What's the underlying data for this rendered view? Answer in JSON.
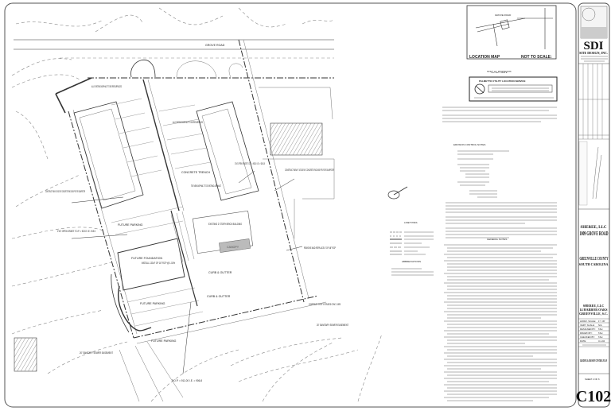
{
  "location_map": {
    "title": "LOCATION MAP",
    "scale_note": "NOT TO SCALE:",
    "road_label": "GROVE ROAD"
  },
  "caution": {
    "title": "***CAUTION***",
    "service": "PALMETTO UTILITY LOCATION SERVICE"
  },
  "notes": {
    "erosion_title": "EROSION CONTROL NOTES",
    "linetypes_title": "LINETYPES",
    "abbreviations_title": "ABBREVIATIONS",
    "general_title": "GENERAL NOTES"
  },
  "plan": {
    "labels": [
      "GROVE ROAD",
      "ALL EXISTING ASPHALT TO BE RESURFACED",
      "ALL EXISTING ASPHALT TO BE RESURFACED",
      "2'X4' OPEN GRATE T.O.P. = 928.0 I.E. = 926.10",
      "CONSTRUCT NEW 6\" 10'X20'X6\" CONCRETE PAD 3000 PSI FOR DUMPSTER",
      "CONSTRUCT NEW 10'X20'X6\" CONCRETE PAD 3000 PSI FOR DUMPSTER",
      "2'X2' OPEN GRATE T.O.P. = 923.5' I.E. 919.5",
      "FUTURE PARKING",
      "FUTURE FOUNDATION",
      "INSTALL 130LF OF 18\" RCP @ 1.03%",
      "EXISTING 2 STORY BRICK BUILDING",
      "CANOPY",
      "CURB & GUTTER",
      "CURB & GUTTER",
      "FUTURE PARKING",
      "FUTURE PARKING",
      "REMOVE AND REPLACE 8' OF 48\" RCP",
      "CONSTRUCT 2'X6' 8\" EXTRUDED CONC. CURB",
      "20' SANITARY SEWER EASEMENT",
      "20' SANITARY SEWER EASEMENT",
      "CONCRETE TRENCH",
      "TIE NEW ASPHALT TO EXISTING ASPHALT",
      "T.O.P. = 911.00 I.E. = 906.8"
    ]
  },
  "title_block": {
    "logo": "SDI",
    "company": "SITE DESIGN, INC.",
    "project_name": "SHEREE, LLC",
    "project_address": "1009 GROVE ROAD",
    "county": "GREENVILLE COUNTY",
    "state": "SOUTH CAROLINA",
    "client_name": "SHEREE, LLC",
    "client_address1": "14 HARBOR OAKS",
    "client_address2": "GREENVILLE, S.C.",
    "info": [
      {
        "label": "HORIZ. SCALE:",
        "value": "1\"= 30'"
      },
      {
        "label": "VERT. SCALE:",
        "value": "N/A"
      },
      {
        "label": "DESIGNED BY:",
        "value": "TAH"
      },
      {
        "label": "DRAWN BY:",
        "value": "TAH"
      },
      {
        "label": "CHECKED BY:",
        "value": "TAH"
      },
      {
        "label": "DATE:",
        "value": "3-1-04"
      }
    ],
    "sheet_title": "GRADING & EROSION CONTROL PLAN",
    "sheet_of": "SHEET 2 OF 6",
    "sheet_number": "C102"
  }
}
